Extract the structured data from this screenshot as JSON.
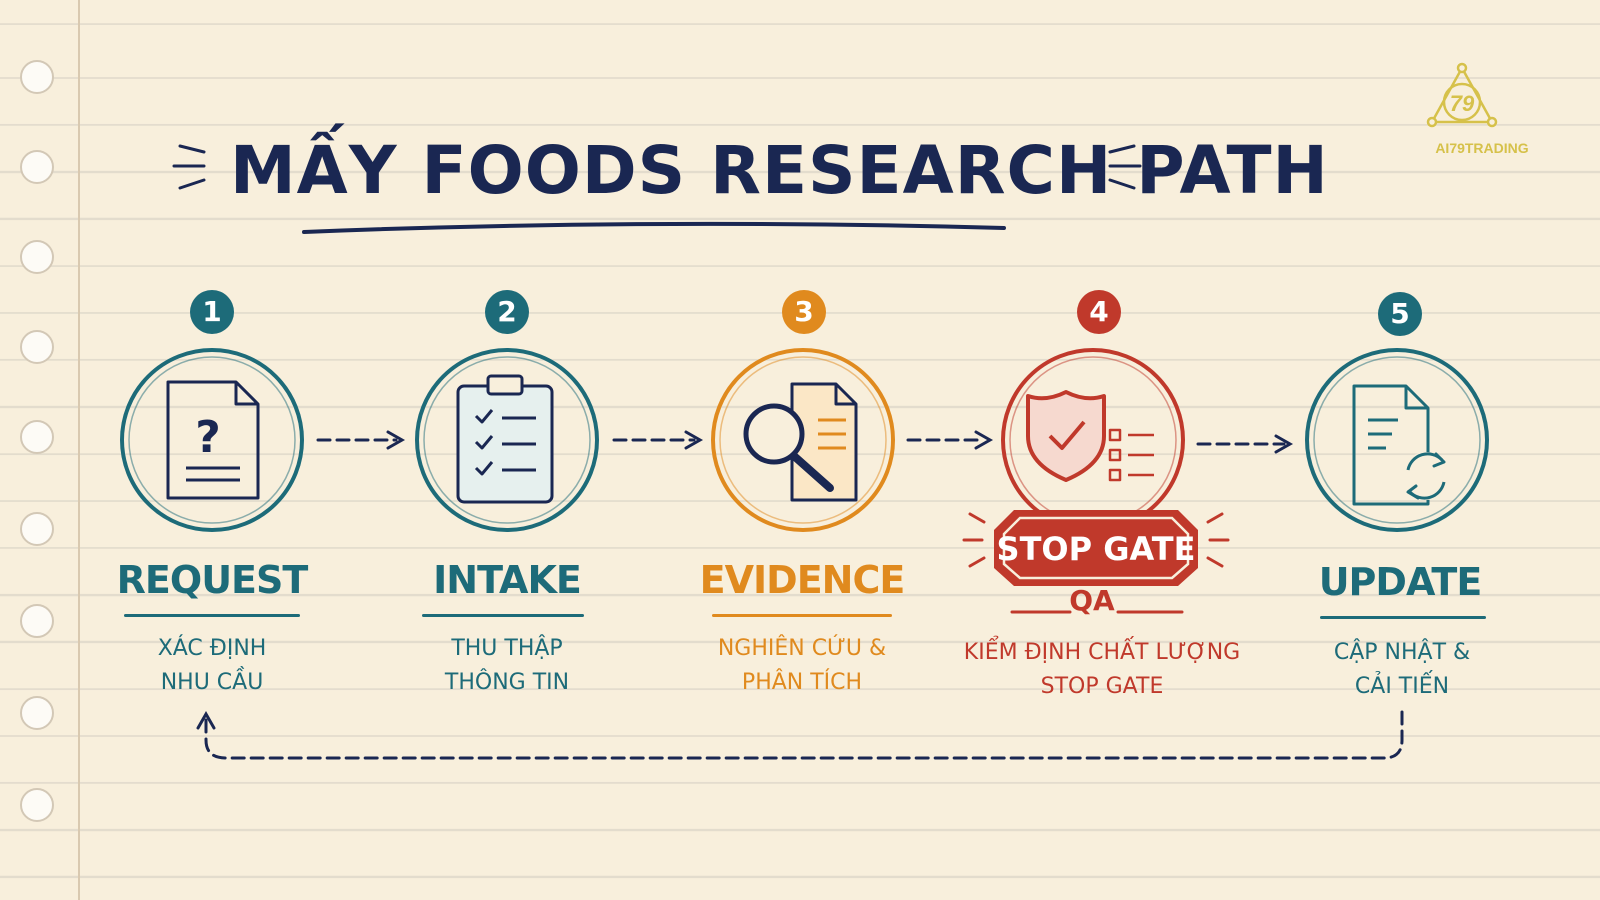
{
  "title": "MẤY FOODS RESEARCH PATH",
  "logo": {
    "text": "AI79TRADING",
    "mark": "79"
  },
  "colors": {
    "teal": "#1d6b79",
    "orange": "#e08a1e",
    "red": "#c0392b",
    "navy": "#1a2752",
    "gold": "#d6c14a"
  },
  "steps": [
    {
      "number": "1",
      "label": "REQUEST",
      "desc_line1": "XÁC ĐỊNH",
      "desc_line2": "NHU CẦU",
      "icon": "question-document-icon"
    },
    {
      "number": "2",
      "label": "INTAKE",
      "desc_line1": "THU THẬP",
      "desc_line2": "THÔNG TIN",
      "icon": "clipboard-checklist-icon"
    },
    {
      "number": "3",
      "label": "EVIDENCE",
      "desc_line1": "NGHIÊN CỨU &",
      "desc_line2": "PHÂN TÍCH",
      "icon": "magnifier-document-icon"
    },
    {
      "number": "4",
      "label": "STOP GATE",
      "sublabel": "QA",
      "desc_line1": "KIỂM ĐỊNH CHẤT LƯỢNG",
      "desc_line2": "STOP GATE",
      "icon": "shield-check-icon"
    },
    {
      "number": "5",
      "label": "UPDATE",
      "desc_line1": "CẬP NHẬT &",
      "desc_line2": "CẢI TIẾN",
      "icon": "document-refresh-icon"
    }
  ]
}
